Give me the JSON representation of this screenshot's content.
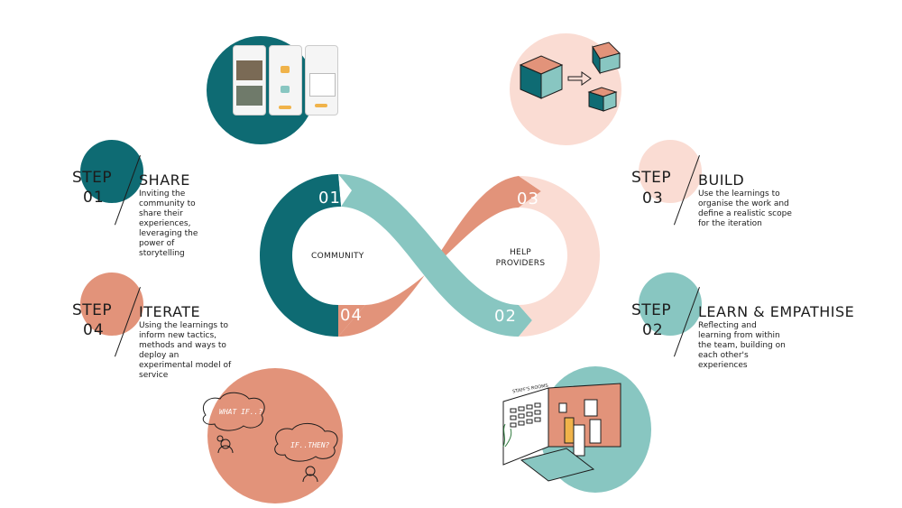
{
  "colors": {
    "teal_dark": "#0e6b73",
    "teal_light": "#88c6c1",
    "salmon": "#e2937a",
    "peach": "#fadcd3"
  },
  "loop": {
    "community_label": "COMMUNITY",
    "help_providers_label": "HELP PROVIDERS",
    "numbers": [
      "01",
      "03",
      "04",
      "02"
    ]
  },
  "steps": [
    {
      "word": "STEP",
      "number": "01",
      "title": "SHARE",
      "description": "Inviting the community to share their experiences, leveraging the power of storytelling"
    },
    {
      "word": "STEP",
      "number": "04",
      "title": "ITERATE",
      "description": "Using the learnings to inform new tactics, methods and ways to deploy an experimental model of service"
    },
    {
      "word": "STEP",
      "number": "03",
      "title": "BUILD",
      "description": "Use the learnings to organise the work and define a realistic scope for the iteration"
    },
    {
      "word": "STEP",
      "number": "02",
      "title": "LEARN & EMPATHISE",
      "description": "Reflecting and learning from within the team, building on each other's experiences"
    }
  ],
  "sketches": {
    "whatif": "WHAT IF..?",
    "ifthen": "IF..THEN?",
    "staffrooms": "STAFF'S ROOMS"
  }
}
